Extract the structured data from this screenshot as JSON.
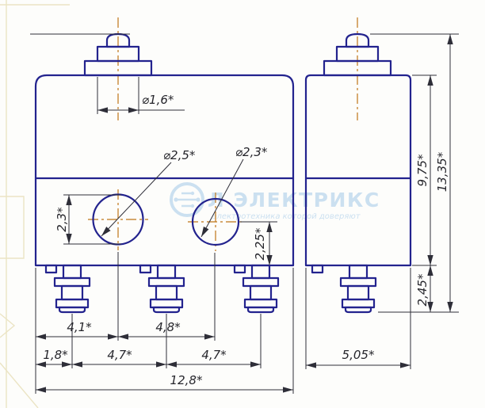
{
  "drawing": {
    "dims": {
      "plunger_tip_dia": "⌀1,6*",
      "hole_left_dia": "⌀2,5*",
      "hole_right_dia": "⌀2,3*",
      "hole_left_height": "2,3*",
      "hole_right_offset": "2,25*",
      "body_height": "9,75*",
      "overall_height": "13,35*",
      "terminal_length": "2,45*",
      "edge_to_hole1": "4,1*",
      "hole_pitch": "4,8*",
      "edge_to_pin1": "1,8*",
      "pin_pitch_a": "4,7*",
      "pin_pitch_b": "4,7*",
      "side_width": "5,05*",
      "overall_width": "12,8*"
    }
  },
  "watermark": {
    "title": "Л ЭЛЕКТРИКС",
    "subtitle": "электротехника которой доверяют"
  },
  "colors": {
    "outline": "#23238e",
    "dim": "#2e2e38",
    "center": "#c07518",
    "text": "#26262c",
    "watermark": "#a3c9e8",
    "ghost": "#ebe4c4",
    "bg": "#fdfdfb"
  }
}
